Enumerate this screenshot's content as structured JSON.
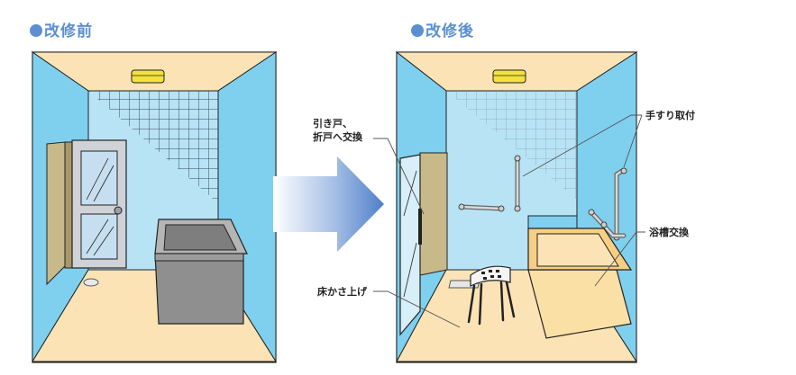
{
  "before": {
    "heading": "改修前"
  },
  "after": {
    "heading": "改修後",
    "callouts": {
      "door": "引き戸、\n折戸へ交換",
      "handrail": "手すり取付",
      "bathtub": "浴槽交換",
      "floor": "床かさ上げ"
    }
  },
  "colors": {
    "heading": "#5b8fd0",
    "wall_side": "#7fd0ee",
    "wall_back": "#b7e3f5",
    "floor": "#fbe3b5",
    "ceiling": "#fbe3b5",
    "light": "#f2e23a",
    "old_tub": "#9a9a9a",
    "new_tub": "#fbe0a6",
    "door_frame": "#c8b98a"
  }
}
